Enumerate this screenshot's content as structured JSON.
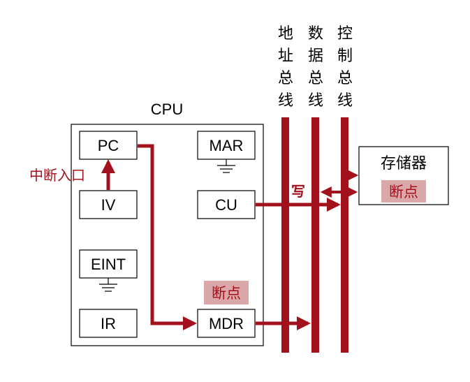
{
  "cpu": {
    "title": "CPU"
  },
  "registers": {
    "pc": "PC",
    "mar": "MAR",
    "iv": "IV",
    "cu": "CU",
    "eint": "EINT",
    "ir": "IR",
    "mdr": "MDR"
  },
  "memory": {
    "label": "存储器",
    "breakpoint": "断点"
  },
  "buses": [
    {
      "id": "address",
      "chars": [
        "地",
        "址",
        "总",
        "线"
      ]
    },
    {
      "id": "data",
      "chars": [
        "数",
        "据",
        "总",
        "线"
      ]
    },
    {
      "id": "control",
      "chars": [
        "控",
        "制",
        "总",
        "线"
      ]
    }
  ],
  "labels": {
    "interrupt_entry": "中断入口",
    "write": "写",
    "breakpoint": "断点"
  },
  "colors": {
    "accent": "#a3121c",
    "badge_bg": "#dba8aa",
    "stroke": "#000000"
  },
  "icons": [
    "ground-icon",
    "arrow-icon"
  ]
}
